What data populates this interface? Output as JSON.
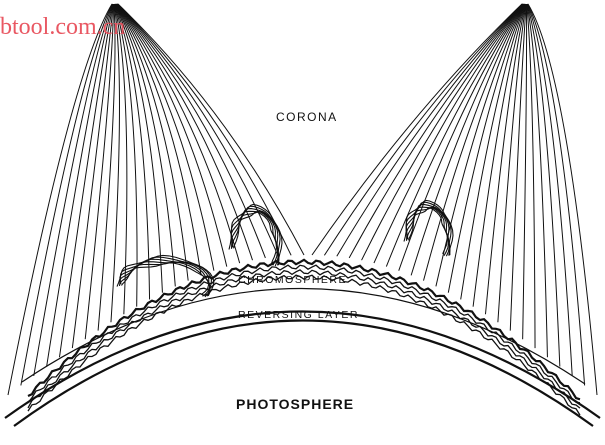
{
  "diagram": {
    "labels": {
      "corona": "CORONA",
      "chromosphere": "CHROMOSPHERE",
      "reversing_layer": "REVERSING LAYER",
      "photosphere": "PHOTOSPHERE"
    },
    "watermark": "btool.com.cn",
    "colors": {
      "ink": "#111111",
      "background": "#ffffff",
      "watermark": "#e8505b"
    }
  }
}
